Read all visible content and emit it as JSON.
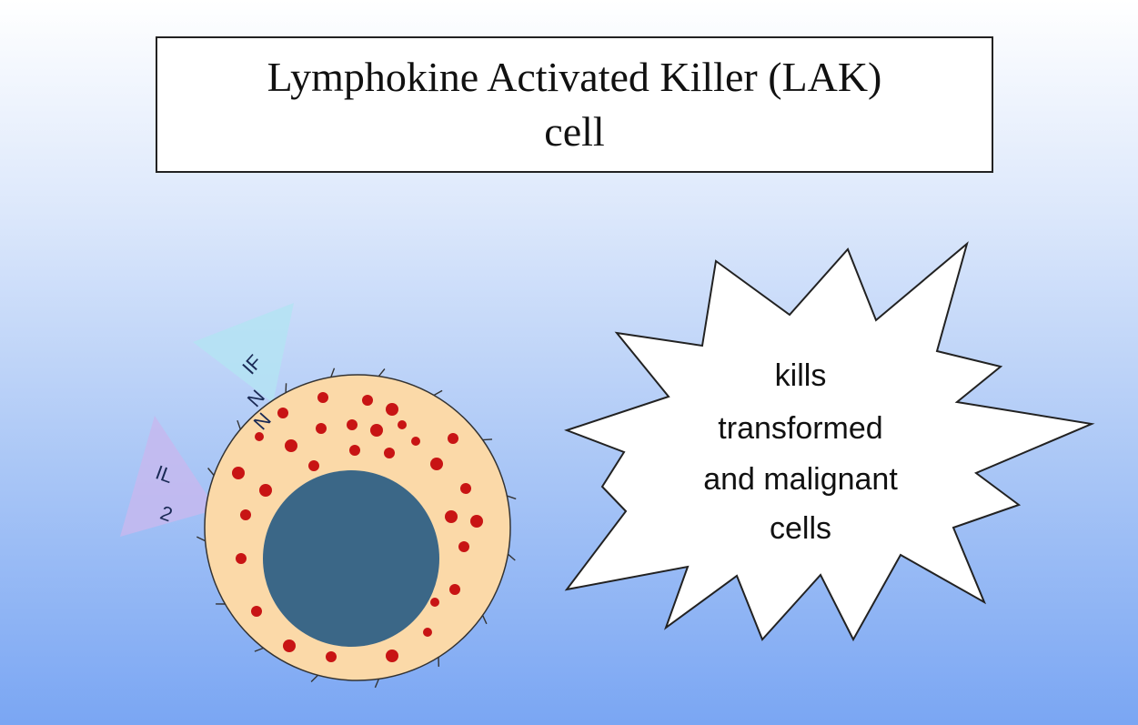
{
  "title": {
    "line1": "Lymphokine Activated Killer (LAK)",
    "line2": "cell"
  },
  "receptor_labels": {
    "ifn": {
      "part1": "IF",
      "part2": "N"
    },
    "il2": {
      "part1": "IL",
      "part2": "2"
    }
  },
  "burst": {
    "line1": "kills",
    "line2": "transformed",
    "line3": "and malignant",
    "line4": "cells"
  },
  "colors": {
    "cytoplasm": "#fbd9a8",
    "nucleus": "#3b6787",
    "granule": "#c81414",
    "ifn_triangle": "#b4e3f3",
    "il2_triangle": "#c5b8ef"
  }
}
